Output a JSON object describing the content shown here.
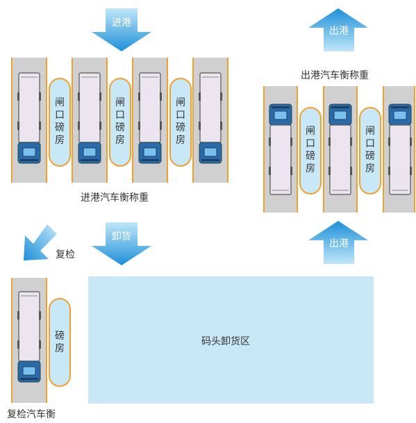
{
  "colors": {
    "lane_gray": "#d0d0d0",
    "lane_edge_orange": "#f0a030",
    "booth_fill": "#c8e8f8",
    "booth_stroke": "#f0a030",
    "arrow_blue_dark": "#1e90d8",
    "arrow_blue_light": "#9ad8f4",
    "truck_cab": "#2a6aa8",
    "truck_body": "#e8e0ec",
    "dock_area": "#c8e8f8"
  },
  "labels": {
    "inbound_arrow": "进港",
    "outbound_arrow_top": "出港",
    "outbound_arrow_bottom": "出港",
    "unload_arrow": "卸货",
    "recheck_arrow": "复检",
    "inbound_scale_caption": "进港汽车衡称重",
    "outbound_scale_caption": "出港汽车衡称重",
    "recheck_scale_caption": "复检汽车衡",
    "dock_unloading_area": "码头卸货区"
  },
  "booths": {
    "gate_booth_text": "闸口磅房",
    "booth_text": "磅房"
  },
  "icons": {
    "inbound_arrow": "down-arrow-icon",
    "outbound_arrow": "up-arrow-icon",
    "unload_arrow": "down-arrow-icon",
    "recheck_arrow": "down-left-arrow-icon",
    "truck": "truck-icon"
  }
}
